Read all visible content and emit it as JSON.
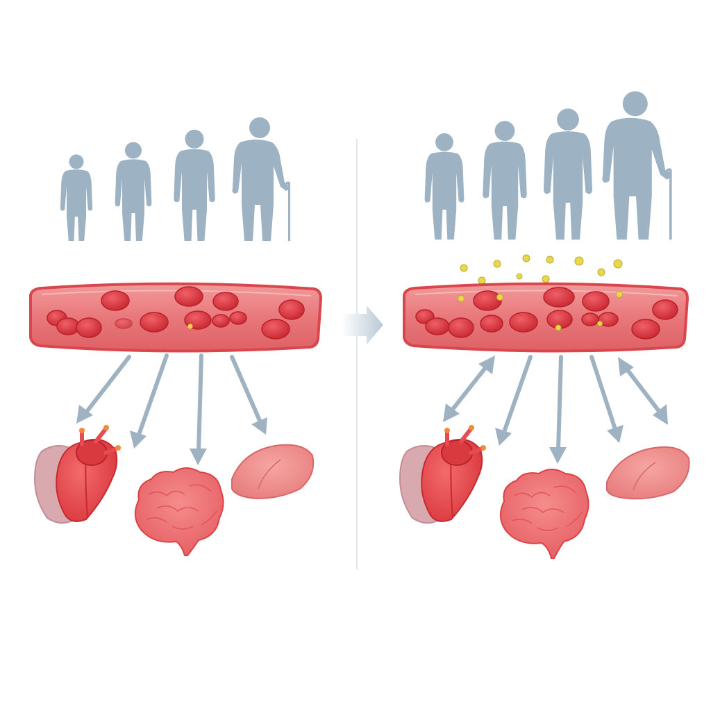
{
  "figure": {
    "text": [],
    "panels": [
      {
        "id": "left",
        "people": [
          "child",
          "older-child",
          "adult",
          "elderly-with-cane"
        ],
        "vessel": {
          "label": "",
          "particles": "none"
        },
        "arrow_direction": "vessel-to-organs",
        "organs": [
          "heart",
          "brain",
          "liver"
        ]
      },
      {
        "id": "right",
        "people": [
          "child",
          "adult",
          "adult",
          "elderly-with-cane"
        ],
        "vessel": {
          "label": "",
          "particles": "yellow"
        },
        "arrow_direction": "bidirectional",
        "organs": [
          "heart",
          "brain",
          "liver"
        ]
      }
    ],
    "transition": "right-arrow"
  },
  "colors": {
    "silhouette": "#9db3c3",
    "vessel_wall": "#d9464c",
    "vessel_fill": "#e97b7d",
    "red_cell": "#d8363f",
    "particle": "#e8d84a",
    "arrow": "#9fb2c2",
    "organ_red": "#e84b4f",
    "organ_pink": "#ee8e8e",
    "divider": "#d8dde2"
  }
}
